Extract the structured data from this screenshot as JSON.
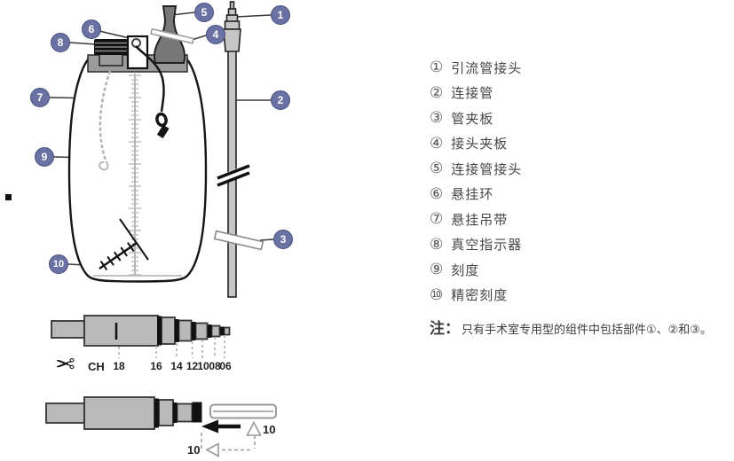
{
  "legend": {
    "items": [
      {
        "num": "①",
        "label": "引流管接头"
      },
      {
        "num": "②",
        "label": "连接管"
      },
      {
        "num": "③",
        "label": "管夹板"
      },
      {
        "num": "④",
        "label": "接头夹板"
      },
      {
        "num": "⑤",
        "label": "连接管接头"
      },
      {
        "num": "⑥",
        "label": "悬挂环"
      },
      {
        "num": "⑦",
        "label": "悬挂吊带"
      },
      {
        "num": "⑧",
        "label": "真空指示器"
      },
      {
        "num": "⑨",
        "label": "刻度"
      },
      {
        "num": "⑩",
        "label": "精密刻度"
      }
    ],
    "note_prefix": "注：",
    "note_text": "只有手术室专用型的组件中包括部件①、②和③。"
  },
  "callouts": [
    {
      "n": "1"
    },
    {
      "n": "2"
    },
    {
      "n": "3"
    },
    {
      "n": "4"
    },
    {
      "n": "5"
    },
    {
      "n": "6"
    },
    {
      "n": "7"
    },
    {
      "n": "8"
    },
    {
      "n": "9"
    },
    {
      "n": "10"
    }
  ],
  "size_chart": {
    "cut_label": "CH",
    "sizes": [
      "18",
      "16",
      "14",
      "12",
      "10",
      "08",
      "06"
    ]
  },
  "assembly": {
    "left_size_label": "10",
    "right_size_label": "10"
  },
  "icons": {
    "scissors_icon": "✂"
  },
  "colors": {
    "callout_fill": "#6a72a4",
    "callout_border": "#47507e",
    "connector_gray": "#b9b9b9",
    "scale_gray": "#b8b8b8",
    "tube_gray": "#c6c6c6",
    "outline_dark": "#1a1a1a"
  }
}
